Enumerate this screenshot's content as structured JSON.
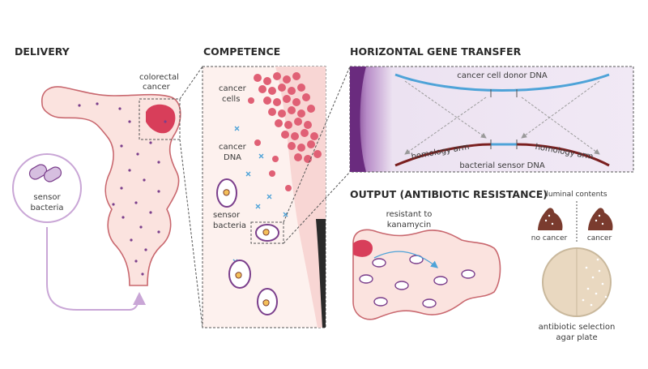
{
  "sections": {
    "delivery": "DELIVERY",
    "competence": "COMPETENCE",
    "hgt": "HORIZONTAL GENE TRANSFER",
    "output": "OUTPUT (ANTIBIOTIC RESISTANCE)"
  },
  "delivery": {
    "colorectal_1": "colorectal",
    "colorectal_2": "cancer",
    "sensor_1": "sensor",
    "sensor_2": "bacteria"
  },
  "competence": {
    "cells_1": "cancer",
    "cells_2": "cells",
    "dna_1": "cancer",
    "dna_2": "DNA",
    "sensor_1": "sensor",
    "sensor_2": "bacteria"
  },
  "hgt": {
    "donor": "cancer cell donor DNA",
    "arm_left": "homology arm",
    "arm_right": "homology arm",
    "sensor_dna": "bacterial sensor DNA"
  },
  "output": {
    "resistant_1": "resistant to",
    "resistant_2": "kanamycin",
    "luminal": "luminal contents",
    "no_cancer": "no cancer",
    "cancer": "cancer",
    "plate_1": "antibiotic selection",
    "plate_2": "agar plate"
  },
  "colors": {
    "tissue": "#fbe3df",
    "outline": "#c9686f",
    "tumor": "#d83e5a",
    "bacteria": "#7b3f8c",
    "donor_dna": "#4ea3d8",
    "sensor_dna": "#7a1f1f",
    "stool": "#7a3b2e",
    "agar": "#e9d8c0"
  }
}
